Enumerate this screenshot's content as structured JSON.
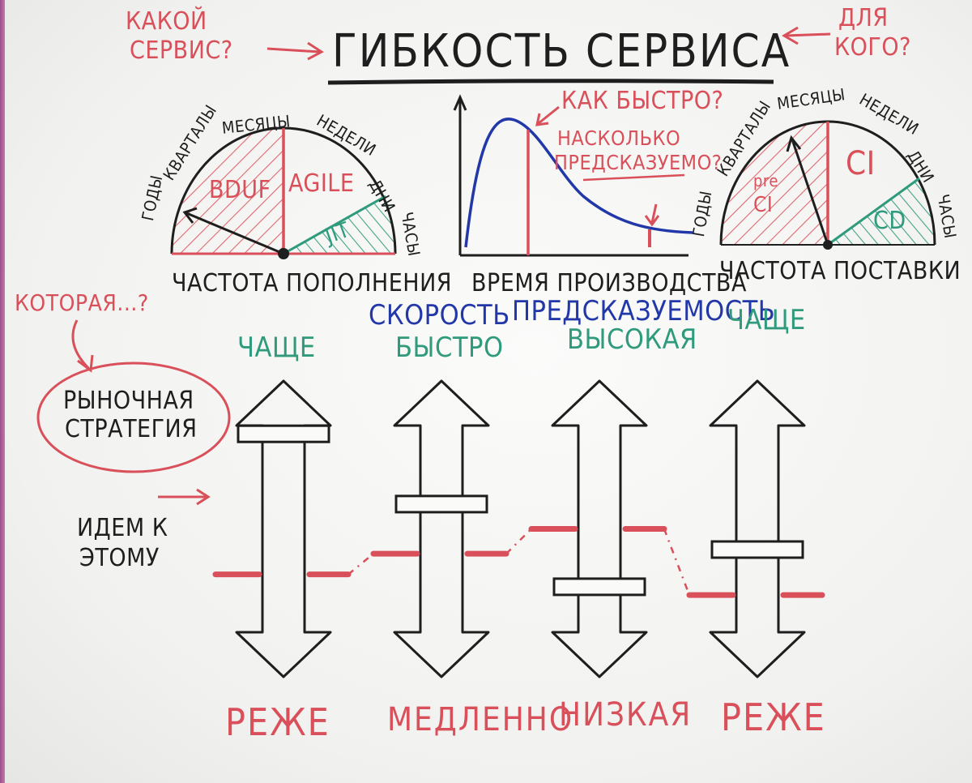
{
  "title": "ГИБКОСТЬ СЕРВИСА",
  "question_left": [
    "КАКОЙ",
    "СЕРВИС?"
  ],
  "question_right": [
    "ДЛЯ",
    "КОГО?"
  ],
  "left_gauge": {
    "scale": [
      "ГОДЫ",
      "КВАРТАЛЫ",
      "МЕСЯЦЫ",
      "НЕДЕЛИ",
      "ДНИ",
      "ЧАСЫ"
    ],
    "segments": [
      "BDUF",
      "AGILE",
      "JIT"
    ],
    "caption": "ЧАСТОТА ПОПОЛНЕНИЯ"
  },
  "middle_chart": {
    "question_speed": "КАК БЫСТРО?",
    "question_predictability": [
      "НАСКОЛЬКО",
      "ПРЕДСКАЗУЕМО?"
    ],
    "caption": "ВРЕМЯ ПРОИЗВОДСТВА"
  },
  "right_gauge": {
    "scale": [
      "ГОДЫ",
      "КВАРТАЛЫ",
      "МЕСЯЦЫ",
      "НЕДЕЛИ",
      "ДНИ",
      "ЧАСЫ"
    ],
    "segments": [
      "pre",
      "CI",
      "CI",
      "CD"
    ],
    "caption": "ЧАСТОТА ПОСТАВКИ"
  },
  "strategy": {
    "question": "КОТОРАЯ...?",
    "label": [
      "РЫНОЧНАЯ",
      "СТРАТЕГИЯ"
    ],
    "target": [
      "ИДЕМ К",
      "ЭТОМУ"
    ]
  },
  "scales": [
    {
      "top": [
        "ЧАЩЕ"
      ],
      "bottom": "РЕЖЕ",
      "current": 0.04,
      "target": 0.72
    },
    {
      "heading": "СКОРОСТЬ",
      "top": [
        "БЫСТРО"
      ],
      "bottom": "МЕДЛЕННО",
      "current": 0.38,
      "target": 0.62
    },
    {
      "heading": "ПРЕДСКАЗУЕМОСТЬ",
      "top": [
        "ВЫСОКАЯ"
      ],
      "bottom": "НИЗКАЯ",
      "current": 0.78,
      "target": 0.5
    },
    {
      "top": [
        "ЧАЩЕ"
      ],
      "bottom": "РЕЖЕ",
      "current": 0.6,
      "target": 0.82
    }
  ],
  "colors": {
    "red": "#d9505a",
    "black": "#1e1e1e",
    "green": "#2f9a7c",
    "blue": "#2238a8"
  }
}
